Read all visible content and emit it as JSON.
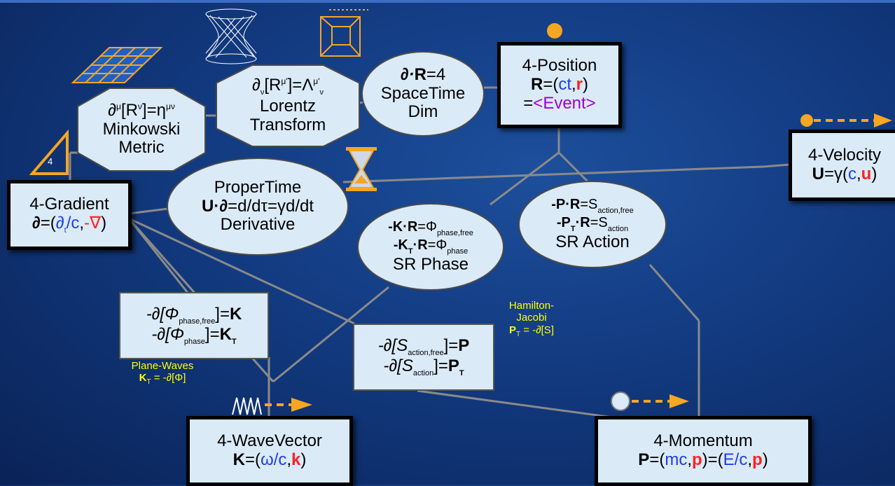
{
  "nodes": {
    "position": {
      "title": "4-Position",
      "sym": "R",
      "eq": "=(",
      "c1": "ct",
      "comma": ",",
      "c2": "r",
      "close": ")",
      "event_eq": "=",
      "event": "<Event>"
    },
    "velocity": {
      "title": "4-Velocity",
      "sym": "U",
      "eq": "=γ(",
      "c1": "c",
      "comma": ",",
      "c2": "u",
      "close": ")"
    },
    "gradient": {
      "title": "4-Gradient",
      "sym": "∂",
      "eq": "=(",
      "c1": "∂",
      "c1_sub": "t",
      "c1_rest": "/c",
      "comma": ",",
      "c2": "-∇",
      "close": ")"
    },
    "wavevector": {
      "title": "4-WaveVector",
      "sym": "K",
      "eq": "=(",
      "c1": "ω/c",
      "comma": ",",
      "c2": "k",
      "close": ")"
    },
    "momentum": {
      "title": "4-Momentum",
      "sym": "P",
      "eq": "=(",
      "c1": "mc",
      "comma": ",",
      "c2": "p",
      "mid": ")=(",
      "c3": "E/c",
      "comma2": ",",
      "c4": "p",
      "close": ")"
    },
    "spacetime_dim": {
      "line1_a": "∂·",
      "line1_b": "R",
      "line1_c": "=4",
      "line2": "SpaceTime",
      "line3": "Dim"
    },
    "propertime": {
      "line1": "ProperTime",
      "line2_a": "U·∂",
      "line2_b": "=d/dτ=γd/dt",
      "line3": "Derivative"
    },
    "sr_phase": {
      "l1_a": "-K·R",
      "l1_b": "=Φ",
      "l1_sub": "phase,free",
      "l2_a": "-K",
      "l2_sub": "T",
      "l2_b": "·R",
      "l2_c": "=Φ",
      "l2_sub2": "phase",
      "line3": "SR Phase"
    },
    "sr_action": {
      "l1_a": "-P·R",
      "l1_b": "=S",
      "l1_sub": "action,free",
      "l2_a": "-P",
      "l2_sub": "T",
      "l2_b": "·R",
      "l2_c": "=S",
      "l2_sub2": "action",
      "line3": "SR Action"
    },
    "minkowski": {
      "l1_a": "∂",
      "l1_sup": "μ",
      "l1_b": "[R",
      "l1_sup2": "ν",
      "l1_c": "]=η",
      "l1_sup3": "μν",
      "line2": "Minkowski",
      "line3": "Metric"
    },
    "lorentz": {
      "l1_a": "∂",
      "l1_sub": "ν",
      "l1_b": "[R",
      "l1_sup": "μ'",
      "l1_c": "]=Λ",
      "l1_sup2": "μ'",
      "l1_sub2": "ν",
      "line2": "Lorentz",
      "line3": "Transform"
    },
    "phase_grad": {
      "l1_a": "-∂[Φ",
      "l1_sub": "phase,free",
      "l1_b": "]=",
      "l1_c": "K",
      "l2_a": "-∂[Φ",
      "l2_sub": "phase",
      "l2_b": "]=",
      "l2_c": "K",
      "l2_sub2": "T"
    },
    "action_grad": {
      "l1_a": "-∂[S",
      "l1_sub": "action,free",
      "l1_b": "]=",
      "l1_c": "P",
      "l2_a": "-∂[S",
      "l2_sub": "action",
      "l2_b": "]=",
      "l2_c": "P",
      "l2_sub2": "T"
    }
  },
  "annotations": {
    "plane_waves": {
      "title": "Plane-Waves",
      "eq_a": "K",
      "eq_sub": "T",
      "eq_b": " = -∂[Φ]"
    },
    "hamilton": {
      "l1": "Hamilton-",
      "l2": "Jacobi",
      "eq_a": "P",
      "eq_sub": "T",
      "eq_b": " = -∂[S]"
    },
    "tetra_label": "4"
  },
  "colors": {
    "background": "#123a80",
    "node_fill": "#dbeaf7",
    "line": "#8a8a8a",
    "accent_orange": "#f5a623",
    "annotation": "#ffff00",
    "blue_text": "#1c3fe8",
    "red_text": "#ff2020",
    "purple_text": "#a000d0"
  },
  "icons": [
    "tetrahedron-icon",
    "grid-plane-icon",
    "hyperboloid-icon",
    "tesseract-icon",
    "hourglass-icon",
    "wave-packet-icon",
    "orange-dot-icon",
    "dashed-arrow-icon",
    "particle-icon"
  ]
}
